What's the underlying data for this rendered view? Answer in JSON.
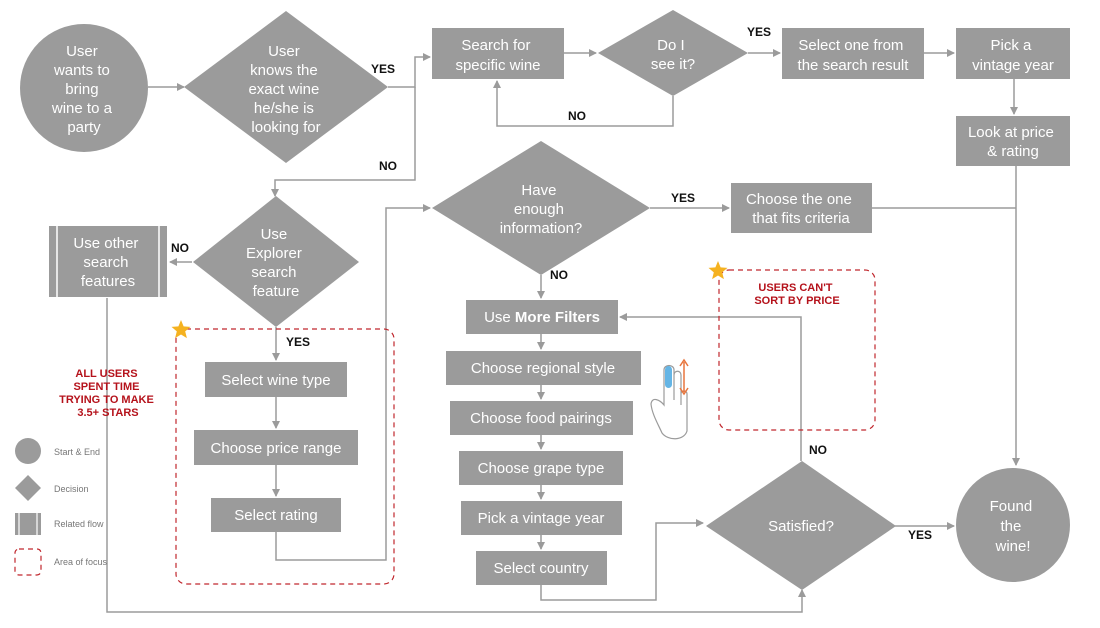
{
  "nodes": {
    "start": [
      "User",
      "wants to",
      "bring",
      "wine to a",
      "party"
    ],
    "knows_wine": [
      "User",
      "knows the",
      "exact wine",
      "he/she is",
      "looking for"
    ],
    "search_specific": [
      "Search for",
      "specific wine"
    ],
    "do_i_see": [
      "Do I",
      "see it?"
    ],
    "select_result": [
      "Select one from",
      "the search result"
    ],
    "pick_vintage_top": [
      "Pick a",
      "vintage year"
    ],
    "price_rating": [
      "Look at price",
      "& rating"
    ],
    "use_explorer": [
      "Use",
      "Explorer",
      "search",
      "feature"
    ],
    "other_features": [
      "Use other",
      "search",
      "features"
    ],
    "enough_info": [
      "Have",
      "enough",
      "information?"
    ],
    "choose_fits": [
      "Choose the one",
      "that fits criteria"
    ],
    "more_filters_prefix": "Use ",
    "more_filters_bold": "More Filters",
    "regional_style": "Choose regional style",
    "food_pairings": "Choose food pairings",
    "grape_type": "Choose grape type",
    "vintage_year": "Pick a vintage year",
    "select_country": "Select country",
    "wine_type": "Select wine type",
    "price_range": "Choose price range",
    "select_rating": "Select rating",
    "satisfied": "Satisfied?",
    "found": [
      "Found",
      "the",
      "wine!"
    ]
  },
  "edge_labels": {
    "knows_yes": "YES",
    "knows_no": "NO",
    "see_yes": "YES",
    "see_no": "NO",
    "explorer_no": "NO",
    "explorer_yes": "YES",
    "info_yes": "YES",
    "info_no": "NO",
    "satisfied_no": "NO",
    "satisfied_yes": "YES"
  },
  "notes": {
    "all_users": [
      "ALL USERS",
      "SPENT TIME",
      "TRYING TO MAKE",
      "3.5+ STARS"
    ],
    "cant_sort": [
      "USERS CAN'T",
      "SORT BY PRICE"
    ]
  },
  "legend": {
    "start_end": "Start & End",
    "decision": "Decision",
    "related_flow": "Related flow",
    "area_focus": "Area of focus"
  },
  "colors": {
    "shape": "#9b9b9b",
    "note_red": "#b5121b",
    "star": "#f5b220"
  }
}
